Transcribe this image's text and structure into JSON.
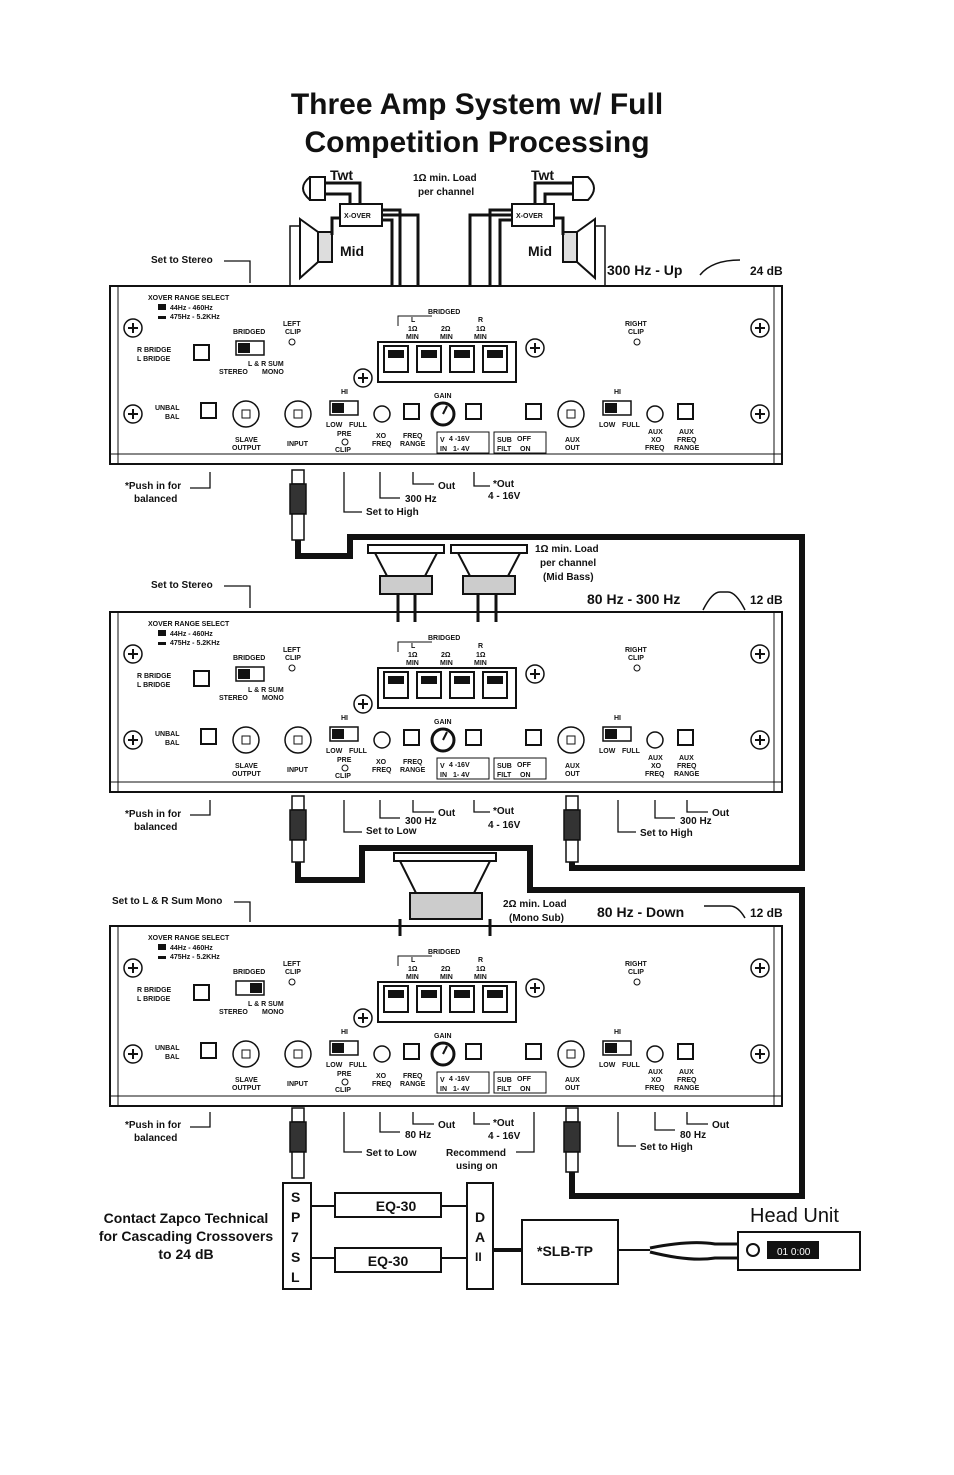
{
  "title": {
    "line1": "Three Amp System w/ Full",
    "line2": "Competition Processing"
  },
  "labels": {
    "twt": "Twt",
    "mid": "Mid",
    "xover": "X-OVER",
    "load1": "1Ω min. Load",
    "load1b": "per channel",
    "mid_bass": "(Mid Bass)",
    "load2": "2Ω min. Load",
    "mono_sub": "(Mono Sub)",
    "set_stereo": "Set to Stereo",
    "set_sum_mono": "Set to L & R Sum Mono",
    "push_in": "*Push in for",
    "balanced": "balanced",
    "set_high": "Set to High",
    "set_low": "Set to Low",
    "hz300": "300 Hz",
    "hz80": "80 Hz",
    "out": "Out",
    "out_star": "*Out",
    "range_4_16": "4 - 16V",
    "recommend": "Recommend",
    "using_on": "using on",
    "eq": "EQ-30",
    "sp7sl": [
      "S",
      "P",
      "7",
      "S",
      "L"
    ],
    "dai": [
      "D",
      "A",
      "II"
    ],
    "slb": "*SLB-TP",
    "head_unit": "Head Unit",
    "hu_display": "01 0:00",
    "contact": [
      "Contact Zapco Technical",
      "for Cascading Crossovers",
      "to 24 dB"
    ]
  },
  "amp_panel": {
    "xover_range": "XOVER RANGE SELECT",
    "r44": "44Hz - 460Hz",
    "r475": "475Hz - 5.2KHz",
    "bridged": "BRIDGED",
    "r_bridge": "R BRIDGE",
    "l_bridge": "L BRIDGE",
    "stereo": "STEREO",
    "lr_sum": "L & R SUM",
    "mono": "MONO",
    "left_clip": "LEFT CLIP",
    "right_clip": "RIGHT CLIP",
    "l": "L",
    "r": "R",
    "ohm1": "1Ω",
    "ohm2": "2Ω",
    "min": "MIN",
    "unbal": "UNBAL",
    "bal": "BAL",
    "slave": "SLAVE",
    "output": "OUTPUT",
    "input": "INPUT",
    "hi": "HI",
    "low": "LOW",
    "full": "FULL",
    "pre": "PRE",
    "clip": "CLIP",
    "xo": "XO",
    "freq": "FREQ",
    "range": "RANGE",
    "gain": "GAIN",
    "v": "V",
    "in": "IN",
    "v416": "4 -16V",
    "v14": "1- 4V",
    "sub": "SUB",
    "filt": "FILT",
    "off": "OFF",
    "on": "ON",
    "aux": "AUX",
    "out": "OUT"
  },
  "amps": [
    {
      "name": "amp-1",
      "slope_label": "300 Hz - Up",
      "db": "24 dB",
      "filter": "highpass"
    },
    {
      "name": "amp-2",
      "slope_label": "80 Hz - 300 Hz",
      "db": "12 dB",
      "filter": "bandpass"
    },
    {
      "name": "amp-3",
      "slope_label": "80 Hz - Down",
      "db": "12 dB",
      "filter": "lowpass"
    }
  ]
}
